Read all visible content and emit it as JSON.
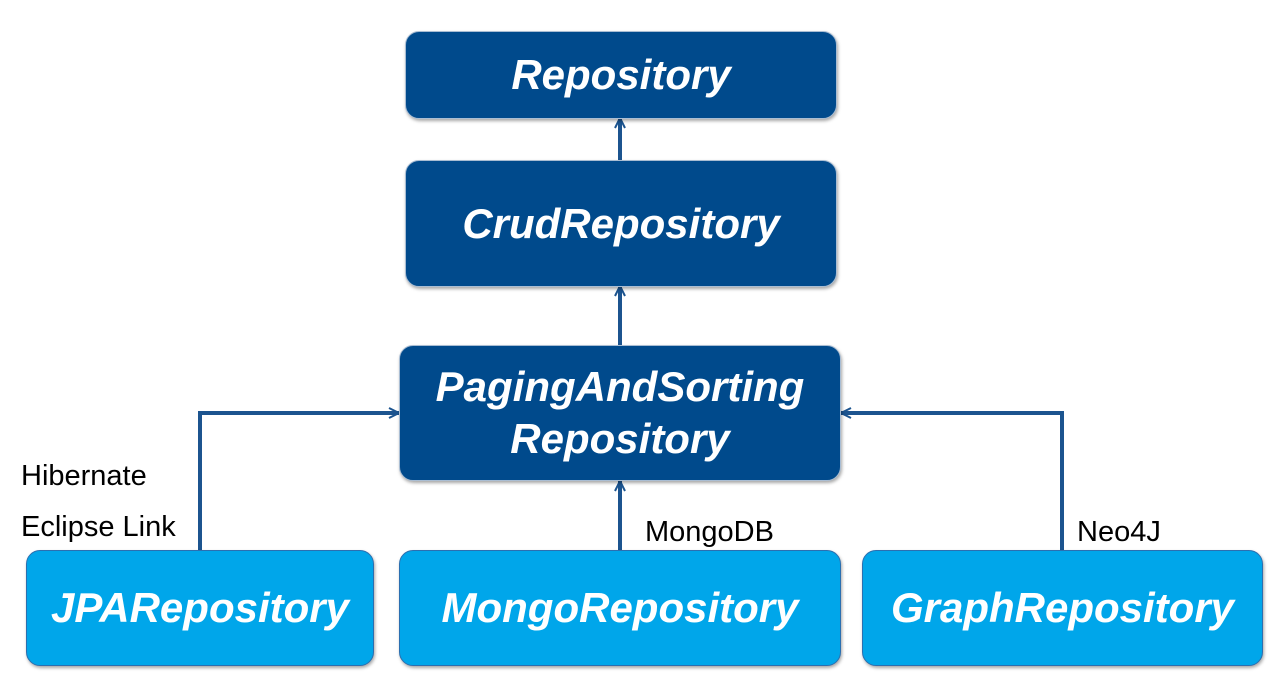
{
  "colors": {
    "interface_box": "#004a8c",
    "implementation_box": "#00a6ea",
    "connector": "#1c548f"
  },
  "nodes": {
    "repository": "Repository",
    "crud_repository": "CrudRepository",
    "paging_and_sorting_repository": "PagingAndSorting\nRepository",
    "jpa_repository": "JPARepository",
    "mongo_repository": "MongoRepository",
    "graph_repository": "GraphRepository"
  },
  "annotations": {
    "jpa_providers": [
      "Hibernate",
      "Eclipse Link"
    ],
    "mongo_store": "MongoDB",
    "graph_store": "Neo4J"
  }
}
